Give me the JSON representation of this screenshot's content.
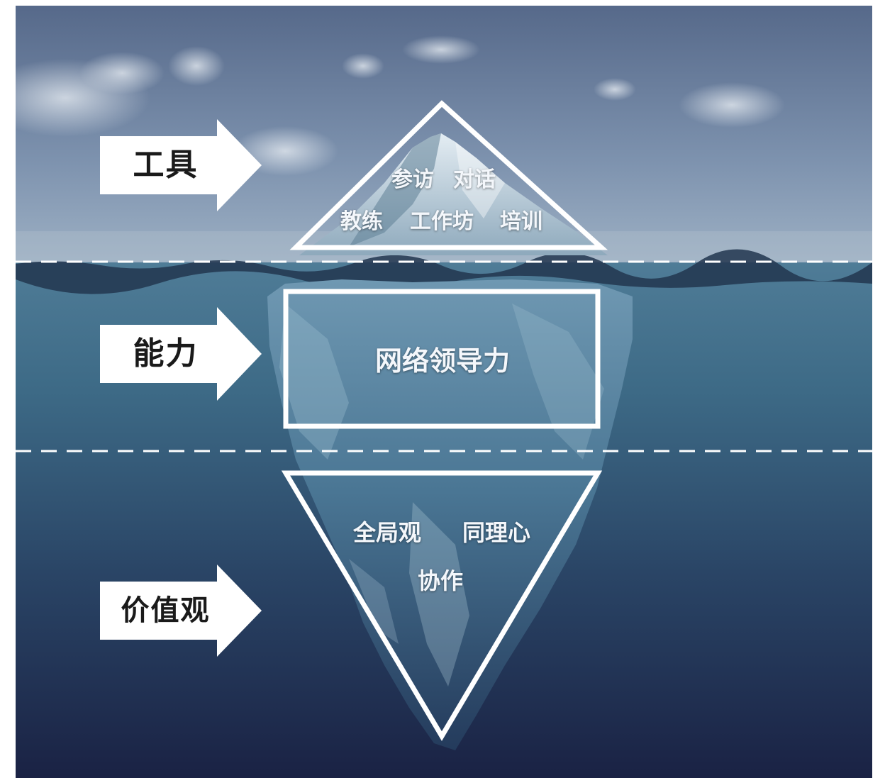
{
  "levels": {
    "tools": {
      "arrow_label": "工具",
      "items": [
        "参访",
        "对话",
        "教练",
        "工作坊",
        "培训"
      ]
    },
    "ability": {
      "arrow_label": "能力",
      "items": [
        "网络领导力"
      ]
    },
    "values": {
      "arrow_label": "价值观",
      "items": [
        "全局观",
        "同理心",
        "协作"
      ]
    }
  },
  "colors": {
    "sky_top": "#5b6f8f",
    "sky_bottom": "#8fa3bb",
    "water_top": "#3f6a86",
    "water_bottom": "#1b2747",
    "ice_light": "#c9dbe6",
    "ice_dark": "#2f5a78",
    "outline": "#ffffff"
  }
}
